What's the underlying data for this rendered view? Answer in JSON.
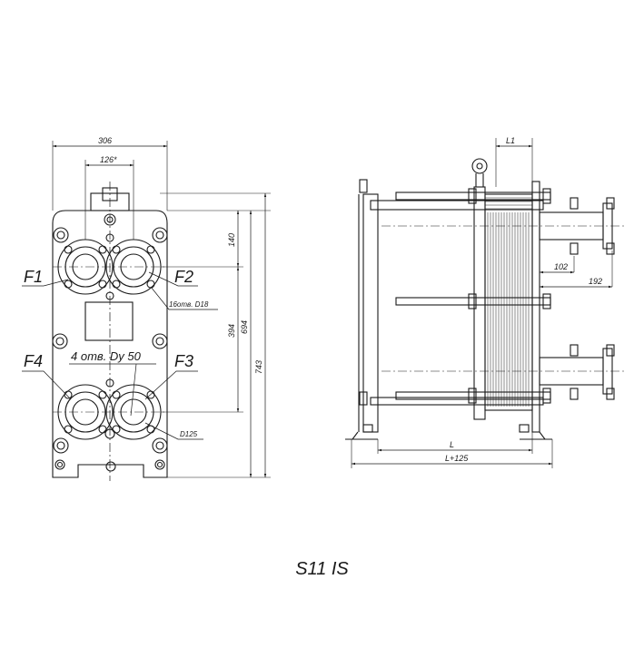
{
  "caption": "S11 IS",
  "front_view": {
    "width_dim": "306",
    "port_spacing_dim": "126*",
    "top_port_dim": "140",
    "vertical_port_dim": "394",
    "inner_height_dim": "694",
    "overall_height_dim": "743",
    "ports": [
      "F1",
      "F2",
      "F3",
      "F4"
    ],
    "bolt_note": "16отв. D18",
    "hole_note": "4 отв. Dy 50",
    "flange_dim": "D125"
  },
  "side_view": {
    "top_dim": "L1",
    "nozzle_dim": "102",
    "flange_offset_dim": "192",
    "length_dim": "L",
    "overall_length_dim": "L+125"
  }
}
